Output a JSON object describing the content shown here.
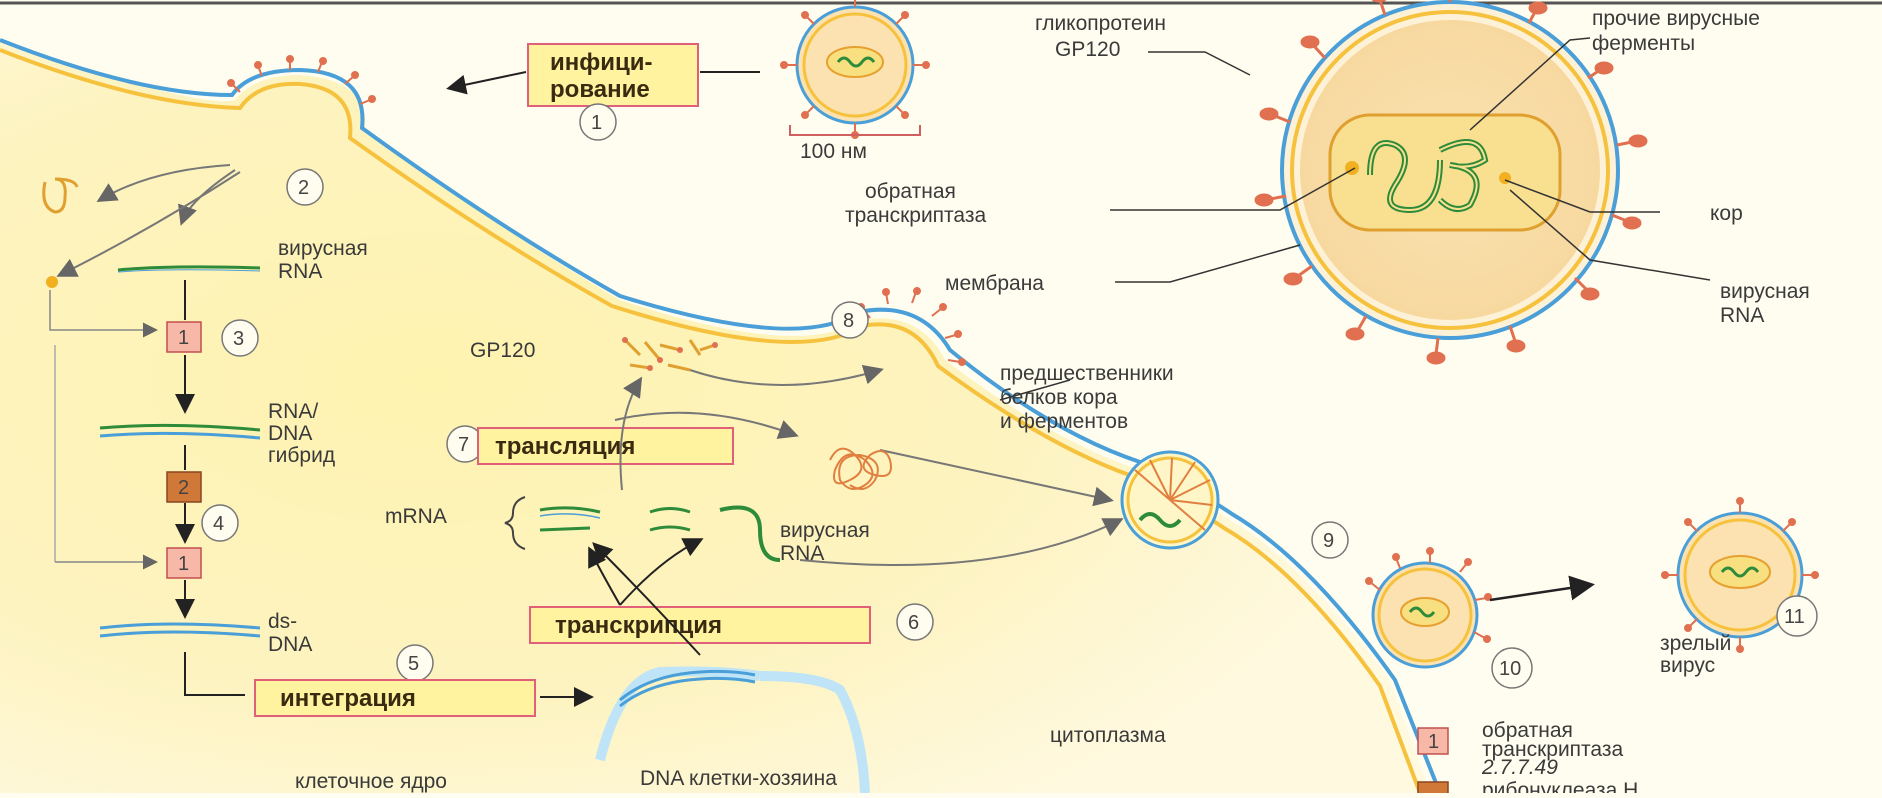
{
  "step_labels": {
    "infection": [
      "инфици-",
      "рование"
    ],
    "translation": "трансляция",
    "transcription": "транскрипция",
    "integration": "интеграция"
  },
  "step_numbers": [
    "1",
    "2",
    "3",
    "4",
    "5",
    "6",
    "7",
    "8",
    "9",
    "10",
    "11"
  ],
  "enzyme_numbers": [
    "1",
    "2"
  ],
  "labels": {
    "scale": "100 нм",
    "glycoprotein": [
      "гликопротеин",
      "GP120"
    ],
    "other_enzymes": [
      "прочие вирусные",
      "ферменты"
    ],
    "reverse_transcriptase": [
      "обратная",
      "транскриптаза"
    ],
    "core": "кор",
    "membrane": "мембрана",
    "viral_rna_top": [
      "вирусная",
      "RNA"
    ],
    "viral_rna_left": [
      "вирусная",
      "RNA"
    ],
    "rna_dna_hybrid": [
      "RNA/",
      "DNA",
      "гибрид"
    ],
    "ds_dna": [
      "ds-",
      "DNA"
    ],
    "gp120_small": "GP120",
    "precursors": [
      "предшественники",
      "белков кора",
      "и ферментов"
    ],
    "mrna": "mRNA",
    "viral_rna_mid": [
      "вирусная",
      "RNA"
    ],
    "mature_virus": [
      "зрелый",
      "вирус"
    ],
    "cytoplasm": "цитоплазма",
    "nucleus": "клеточное ядро",
    "host_dna": "DNA клетки-хозяина",
    "legend_1": [
      "обратная",
      "транскриптаза",
      "2.7.7.49"
    ],
    "legend_2": "рибонуклеаза Н"
  },
  "colors": {
    "background": "#fffdf0",
    "cell_fill": "#fdeea0",
    "membrane_blue": "#4a9fd8",
    "membrane_yellow": "#f6c23e",
    "spike": "#e07050",
    "rna_green": "#2e8b3a",
    "label_box": "#fff3a0",
    "label_border": "#e0607a"
  }
}
